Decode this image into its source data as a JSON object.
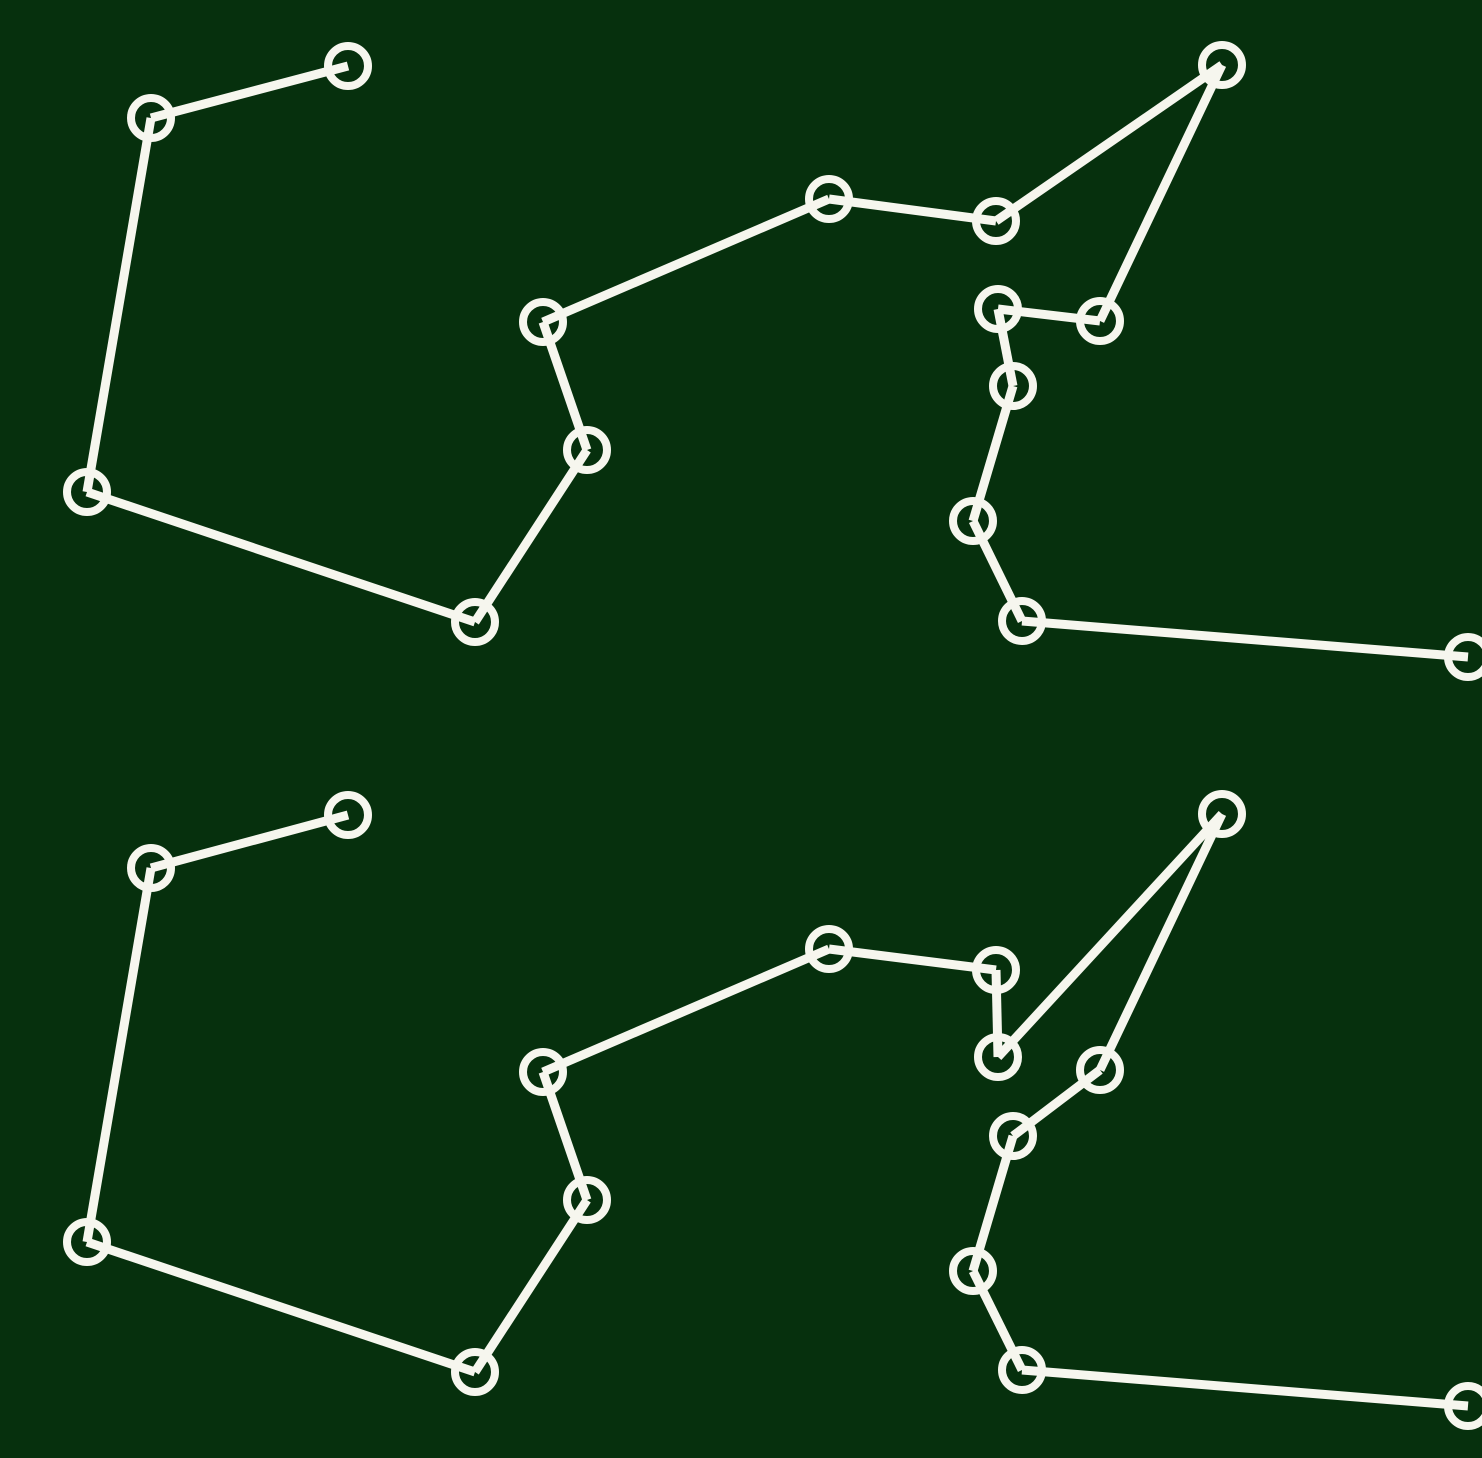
{
  "colors": {
    "background": "#06300d",
    "stroke": "#f6f6ee"
  },
  "diagrams": [
    {
      "name": "path-top",
      "nodes": [
        "n01",
        "n02",
        "n03",
        "n04",
        "n05",
        "n06",
        "n07",
        "n08",
        "n09",
        "n10",
        "n11",
        "n12",
        "n13",
        "n14",
        "n15",
        "n16",
        "n17"
      ],
      "edges": [
        [
          "n01",
          "n02"
        ],
        [
          "n02",
          "n03"
        ],
        [
          "n03",
          "n04"
        ],
        [
          "n04",
          "n05"
        ],
        [
          "n05",
          "n06"
        ],
        [
          "n06",
          "n07"
        ],
        [
          "n07",
          "n08"
        ],
        [
          "n08",
          "n09"
        ],
        [
          "n09",
          "n10"
        ],
        [
          "n10",
          "n11"
        ],
        [
          "n11",
          "n12"
        ],
        [
          "n12",
          "n13"
        ],
        [
          "n13",
          "n14"
        ],
        [
          "n14",
          "n15"
        ],
        [
          "n15",
          "n16"
        ],
        [
          "n16",
          "n17"
        ]
      ]
    },
    {
      "name": "path-bottom",
      "nodes": [
        "n01",
        "n02",
        "n03",
        "n04",
        "n05",
        "n06",
        "n07",
        "n08",
        "n09",
        "n10",
        "n11",
        "n12",
        "n13",
        "n14",
        "n15",
        "n16",
        "n17"
      ],
      "edges": [
        [
          "n01",
          "n02"
        ],
        [
          "n02",
          "n03"
        ],
        [
          "n03",
          "n04"
        ],
        [
          "n04",
          "n05"
        ],
        [
          "n05",
          "n06"
        ],
        [
          "n06",
          "n07"
        ],
        [
          "n07",
          "n08"
        ],
        [
          "n08",
          "n09"
        ],
        [
          "n09",
          "n10"
        ],
        [
          "n10",
          "n11"
        ],
        [
          "n11",
          "n12"
        ],
        [
          "n12",
          "n13"
        ],
        [
          "n13",
          "n14"
        ],
        [
          "n14",
          "n15"
        ],
        [
          "n15",
          "n16"
        ],
        [
          "n16",
          "n17"
        ]
      ]
    }
  ]
}
